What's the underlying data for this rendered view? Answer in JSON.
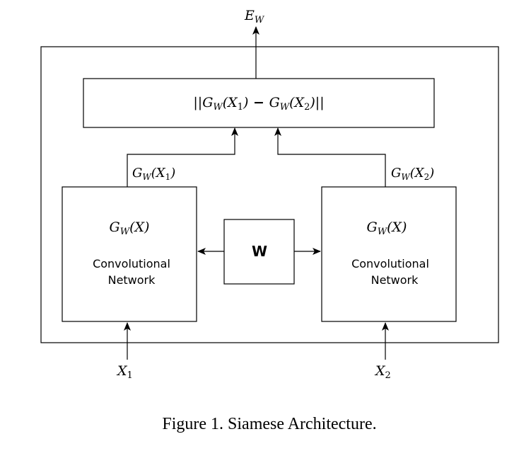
{
  "output": {
    "label_base": "E",
    "label_sub": "W"
  },
  "distance": {
    "open": "||",
    "g1_base": "G",
    "g1_sub": "W",
    "g1_arg_open": "(X",
    "g1_arg_sub": "1",
    "g1_arg_close": ")",
    "minus": " − ",
    "g2_base": "G",
    "g2_sub": "W",
    "g2_arg_open": "(X",
    "g2_arg_sub": "2",
    "g2_arg_close": ")",
    "close": "||"
  },
  "left_output": {
    "base": "G",
    "sub": "W",
    "arg_open": "(X",
    "arg_sub": "1",
    "arg_close": ")"
  },
  "right_output": {
    "base": "G",
    "sub": "W",
    "arg_open": "(X",
    "arg_sub": "2",
    "arg_close": ")"
  },
  "left_network": {
    "func_base": "G",
    "func_sub": "W",
    "func_arg": "(X)",
    "line1": "Convolutional",
    "line2": "Network"
  },
  "right_network": {
    "func_base": "G",
    "func_sub": "W",
    "func_arg": "(X)",
    "line1": "Convolutional",
    "line2": "Network"
  },
  "weights": {
    "label": "W"
  },
  "inputs": {
    "left_base": "X",
    "left_sub": "1",
    "right_base": "X",
    "right_sub": "2"
  },
  "caption": "Figure 1. Siamese Architecture."
}
